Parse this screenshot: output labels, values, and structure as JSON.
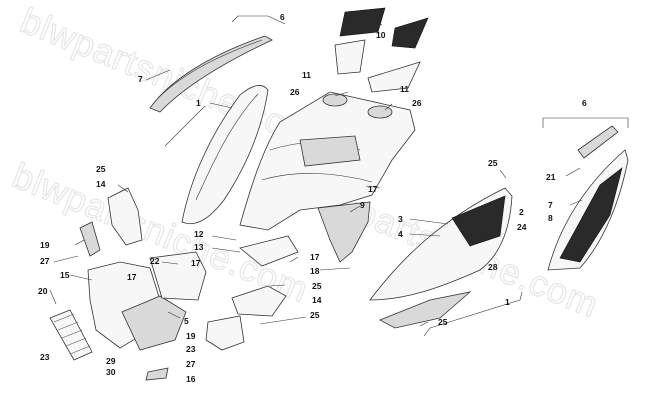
{
  "watermark": "blwpartsniche.com",
  "callouts": [
    {
      "id": "c6a",
      "text": "6"
    },
    {
      "id": "c10",
      "text": "10"
    },
    {
      "id": "c7a",
      "text": "7"
    },
    {
      "id": "c11a",
      "text": "11"
    },
    {
      "id": "c11b",
      "text": "11"
    },
    {
      "id": "c26a",
      "text": "26"
    },
    {
      "id": "c26b",
      "text": "26"
    },
    {
      "id": "c1a",
      "text": "1"
    },
    {
      "id": "c6b",
      "text": "6"
    },
    {
      "id": "c25a",
      "text": "25"
    },
    {
      "id": "c14a",
      "text": "14"
    },
    {
      "id": "c25b",
      "text": "25"
    },
    {
      "id": "c17a",
      "text": "17"
    },
    {
      "id": "c21",
      "text": "21"
    },
    {
      "id": "c7b",
      "text": "7"
    },
    {
      "id": "c8",
      "text": "8"
    },
    {
      "id": "c9",
      "text": "9"
    },
    {
      "id": "c2",
      "text": "2"
    },
    {
      "id": "c3",
      "text": "3"
    },
    {
      "id": "c24",
      "text": "24"
    },
    {
      "id": "c4",
      "text": "4"
    },
    {
      "id": "c12",
      "text": "12"
    },
    {
      "id": "c13",
      "text": "13"
    },
    {
      "id": "c19a",
      "text": "19"
    },
    {
      "id": "c27a",
      "text": "27"
    },
    {
      "id": "c22",
      "text": "22"
    },
    {
      "id": "c17b",
      "text": "17"
    },
    {
      "id": "c17c",
      "text": "17"
    },
    {
      "id": "c18",
      "text": "18"
    },
    {
      "id": "c28",
      "text": "28"
    },
    {
      "id": "c15",
      "text": "15"
    },
    {
      "id": "c17d",
      "text": "17"
    },
    {
      "id": "c25c",
      "text": "25"
    },
    {
      "id": "c14b",
      "text": "14"
    },
    {
      "id": "c1b",
      "text": "1"
    },
    {
      "id": "c20",
      "text": "20"
    },
    {
      "id": "c5",
      "text": "5"
    },
    {
      "id": "c25d",
      "text": "25"
    },
    {
      "id": "c25e",
      "text": "25"
    },
    {
      "id": "c19b",
      "text": "19"
    },
    {
      "id": "c23a",
      "text": "23"
    },
    {
      "id": "c23b",
      "text": "23"
    },
    {
      "id": "c29",
      "text": "29"
    },
    {
      "id": "c27b",
      "text": "27"
    },
    {
      "id": "c30",
      "text": "30"
    },
    {
      "id": "c16",
      "text": "16"
    }
  ]
}
